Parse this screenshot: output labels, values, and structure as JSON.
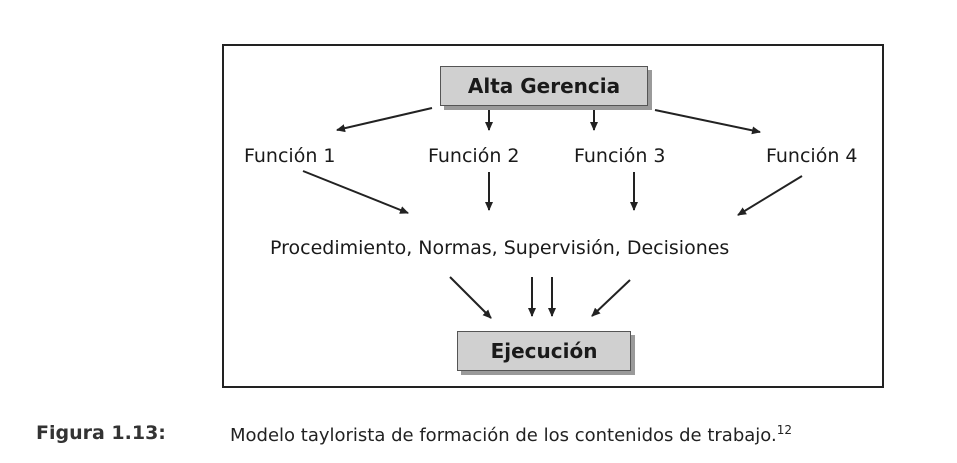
{
  "diagram": {
    "top_node": "Alta Gerencia",
    "functions": [
      "Función 1",
      "Función 2",
      "Función 3",
      "Función 4"
    ],
    "middle_node": "Procedimiento, Normas, Supervisión, Decisiones",
    "bottom_node": "Ejecución"
  },
  "caption": {
    "label": "Figura 1.13:",
    "text": "Modelo taylorista de formación de los contenidos de trabajo.",
    "footnote": "12"
  }
}
